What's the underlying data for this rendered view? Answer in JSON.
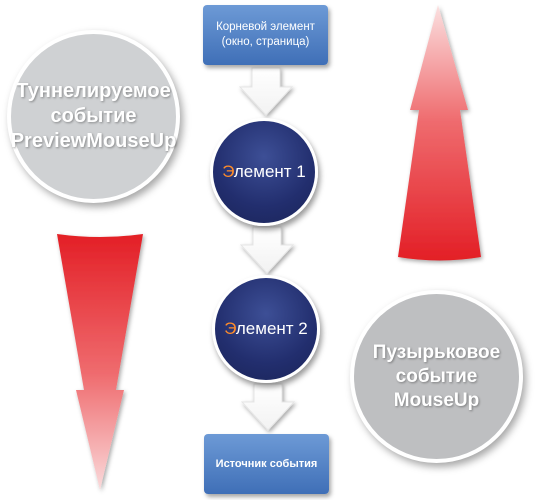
{
  "root_box": {
    "line1": "Корневой элемент",
    "line2": "(окно, страница)"
  },
  "element1": {
    "first_letter": "Э",
    "rest": "лемент 1"
  },
  "element2": {
    "first_letter": "Э",
    "rest": "лемент 2"
  },
  "source_box": {
    "label": "Источник события"
  },
  "tunnel_event": {
    "line1": "Туннелируемое",
    "line2": "событие",
    "line3": "PreviewMouseUp"
  },
  "bubble_event": {
    "line1": "Пузырьковое",
    "line2": "событие",
    "line3": "MouseUp"
  },
  "colors": {
    "box_blue": "#4a7cc4",
    "element_navy": "#222e6e",
    "accent_orange": "#ff8c2a",
    "arrow_red": "#e8232a",
    "circle_gray": "#cfd1d3"
  }
}
